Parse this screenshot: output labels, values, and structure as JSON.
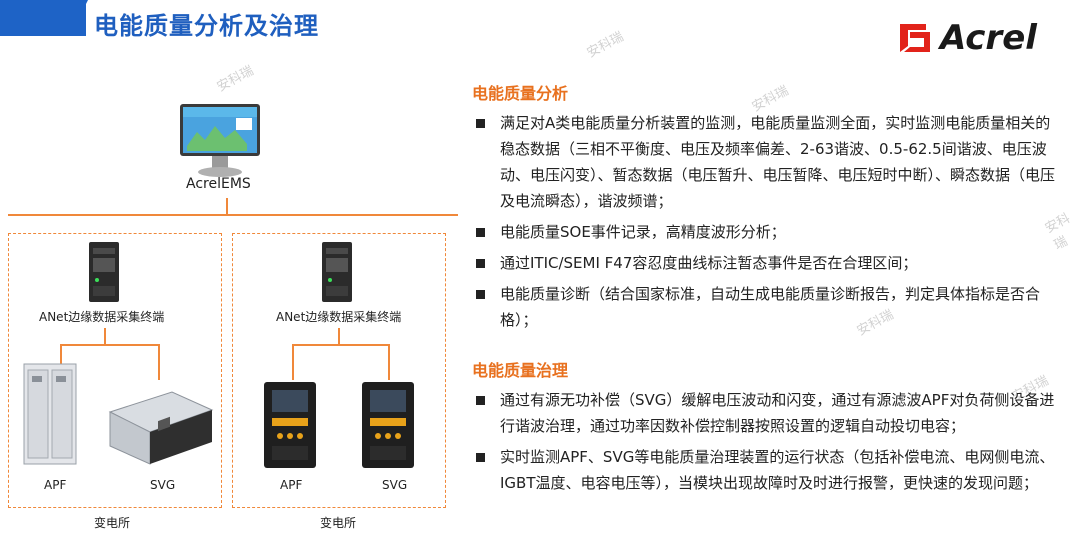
{
  "header": {
    "title": "电能质量分析及治理"
  },
  "brand": {
    "name": "Acrel",
    "accent": "#e2231a",
    "blue": "#1e63c6",
    "orange": "#f0883a"
  },
  "watermark": "安科瑞",
  "diagram": {
    "top_label": "AcrelEMS",
    "stations": [
      {
        "gateway_label": "ANet边缘数据采集终端",
        "devices": [
          "APF",
          "SVG"
        ],
        "station_label": "变电所"
      },
      {
        "gateway_label": "ANet边缘数据采集终端",
        "devices": [
          "APF",
          "SVG"
        ],
        "station_label": "变电所"
      }
    ]
  },
  "analysis": {
    "heading": "电能质量分析",
    "items": [
      "满足对A类电能质量分析装置的监测，电能质量监测全面，实时监测电能质量相关的稳态数据（三相不平衡度、电压及频率偏差、2-63谐波、0.5-62.5间谐波、电压波动、电压闪变）、暂态数据（电压暂升、电压暂降、电压短时中断）、瞬态数据（电压及电流瞬态），谐波频谱；",
      "电能质量SOE事件记录，高精度波形分析；",
      "通过ITIC/SEMI F47容忍度曲线标注暂态事件是否在合理区间；",
      "电能质量诊断（结合国家标准，自动生成电能质量诊断报告，判定具体指标是否合格）；"
    ]
  },
  "governance": {
    "heading": "电能质量治理",
    "items": [
      "通过有源无功补偿（SVG）缓解电压波动和闪变，通过有源滤波APF对负荷侧设备进行谐波治理，通过功率因数补偿控制器按照设置的逻辑自动投切电容；",
      "实时监测APF、SVG等电能质量治理装置的运行状态（包括补偿电流、电网侧电流、IGBT温度、电容电压等），当模块出现故障时及时进行报警，更快速的发现问题；"
    ]
  }
}
